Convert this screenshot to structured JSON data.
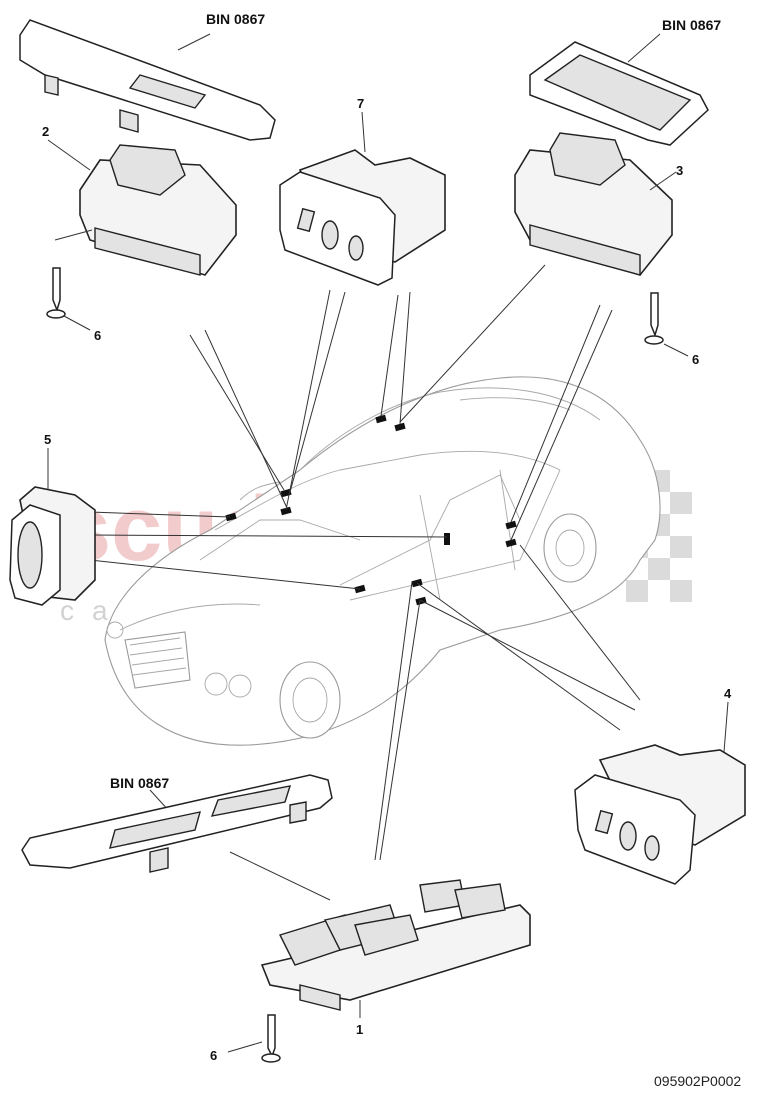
{
  "diagram": {
    "callouts": {
      "part_1": "1",
      "part_2": "2",
      "part_3": "3",
      "part_4": "4",
      "part_5": "5",
      "part_6_top_left": "6",
      "part_6_top_right": "6",
      "part_6_bottom": "6",
      "part_7": "7"
    },
    "bin_labels": {
      "top_left": "BIN 0867",
      "top_right": "BIN 0867",
      "bottom_left": "BIN 0867"
    },
    "drawing_code": "095902P0002",
    "watermark": {
      "brand": "scuderia",
      "tagline": "car parts"
    },
    "colors": {
      "line_art": "#222222",
      "car_outline": "#9a9a9a",
      "watermark_red": "#e9a4a4",
      "watermark_grey": "#c8c8c8",
      "marker": "#111111"
    }
  }
}
